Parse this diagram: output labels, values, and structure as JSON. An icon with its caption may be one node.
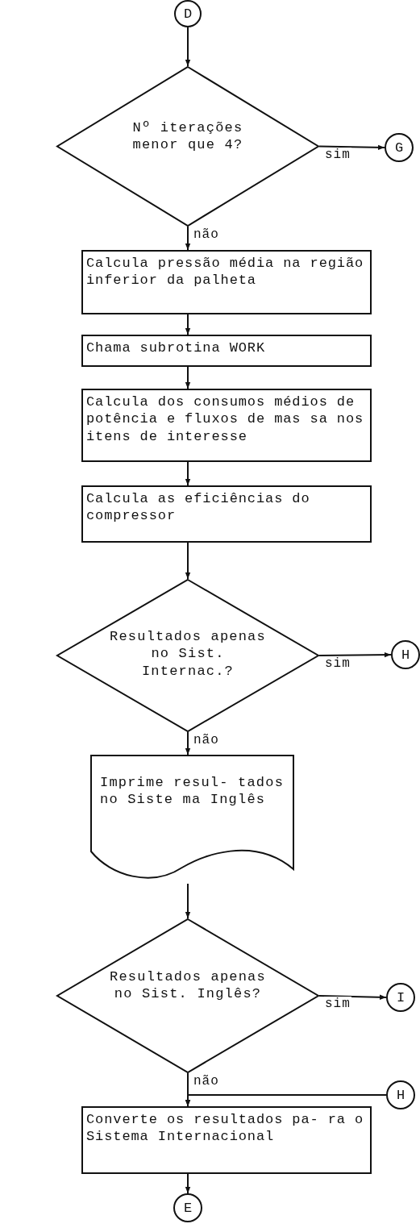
{
  "diagram": {
    "nodes": [
      {
        "text": [
          "D"
        ]
      },
      {
        "text": [
          "Nº iterações menor que 4?"
        ]
      },
      {
        "text": [
          "G"
        ]
      },
      {
        "text": [
          "Calcula pressão média na região inferior da palheta"
        ]
      },
      {
        "text": [
          "Chama subrotina WORK"
        ]
      },
      {
        "text": [
          "Calcula dos consumos médios de potência e fluxos de mas sa nos itens de interesse"
        ]
      },
      {
        "text": [
          "Calcula as eficiências do compressor"
        ]
      },
      {
        "text": [
          "Resultados apenas no Sist. Internac.?"
        ]
      },
      {
        "text": [
          "H"
        ]
      },
      {
        "text": [
          "Imprime resul- tados no Siste ma Inglês"
        ]
      },
      {
        "text": [
          "Resultados apenas no Sist. Inglês?"
        ]
      },
      {
        "text": [
          "I"
        ]
      },
      {
        "text": [
          "H"
        ]
      },
      {
        "text": [
          "Converte os resultados pa- ra o Sistema Internacional"
        ]
      },
      {
        "text": [
          "E"
        ]
      }
    ],
    "edges": [
      {
        "from": 0,
        "to": 1,
        "arrow": "to"
      },
      {
        "from": 1,
        "to": 2,
        "arrow": "to",
        "label": "sim"
      },
      {
        "from": 1,
        "to": 3,
        "arrow": "to",
        "label": "não"
      },
      {
        "from": 3,
        "to": 4,
        "arrow": "to"
      },
      {
        "from": 4,
        "to": 5,
        "arrow": "to"
      },
      {
        "from": 5,
        "to": 6,
        "arrow": "to"
      },
      {
        "from": 6,
        "to": 7,
        "arrow": "to"
      },
      {
        "from": 7,
        "to": 8,
        "arrow": "to",
        "label": "sim"
      },
      {
        "from": 7,
        "to": 9,
        "arrow": "to",
        "label": "não"
      },
      {
        "from": 9,
        "to": 10,
        "arrow": "to"
      },
      {
        "from": 10,
        "to": 11,
        "arrow": "to",
        "label": "sim"
      },
      {
        "from": 10,
        "to": 13,
        "arrow": "to",
        "label": "não"
      },
      {
        "from": 12,
        "to": 13,
        "arrow": "to"
      },
      {
        "from": 13,
        "to": 14,
        "arrow": "to"
      }
    ]
  }
}
